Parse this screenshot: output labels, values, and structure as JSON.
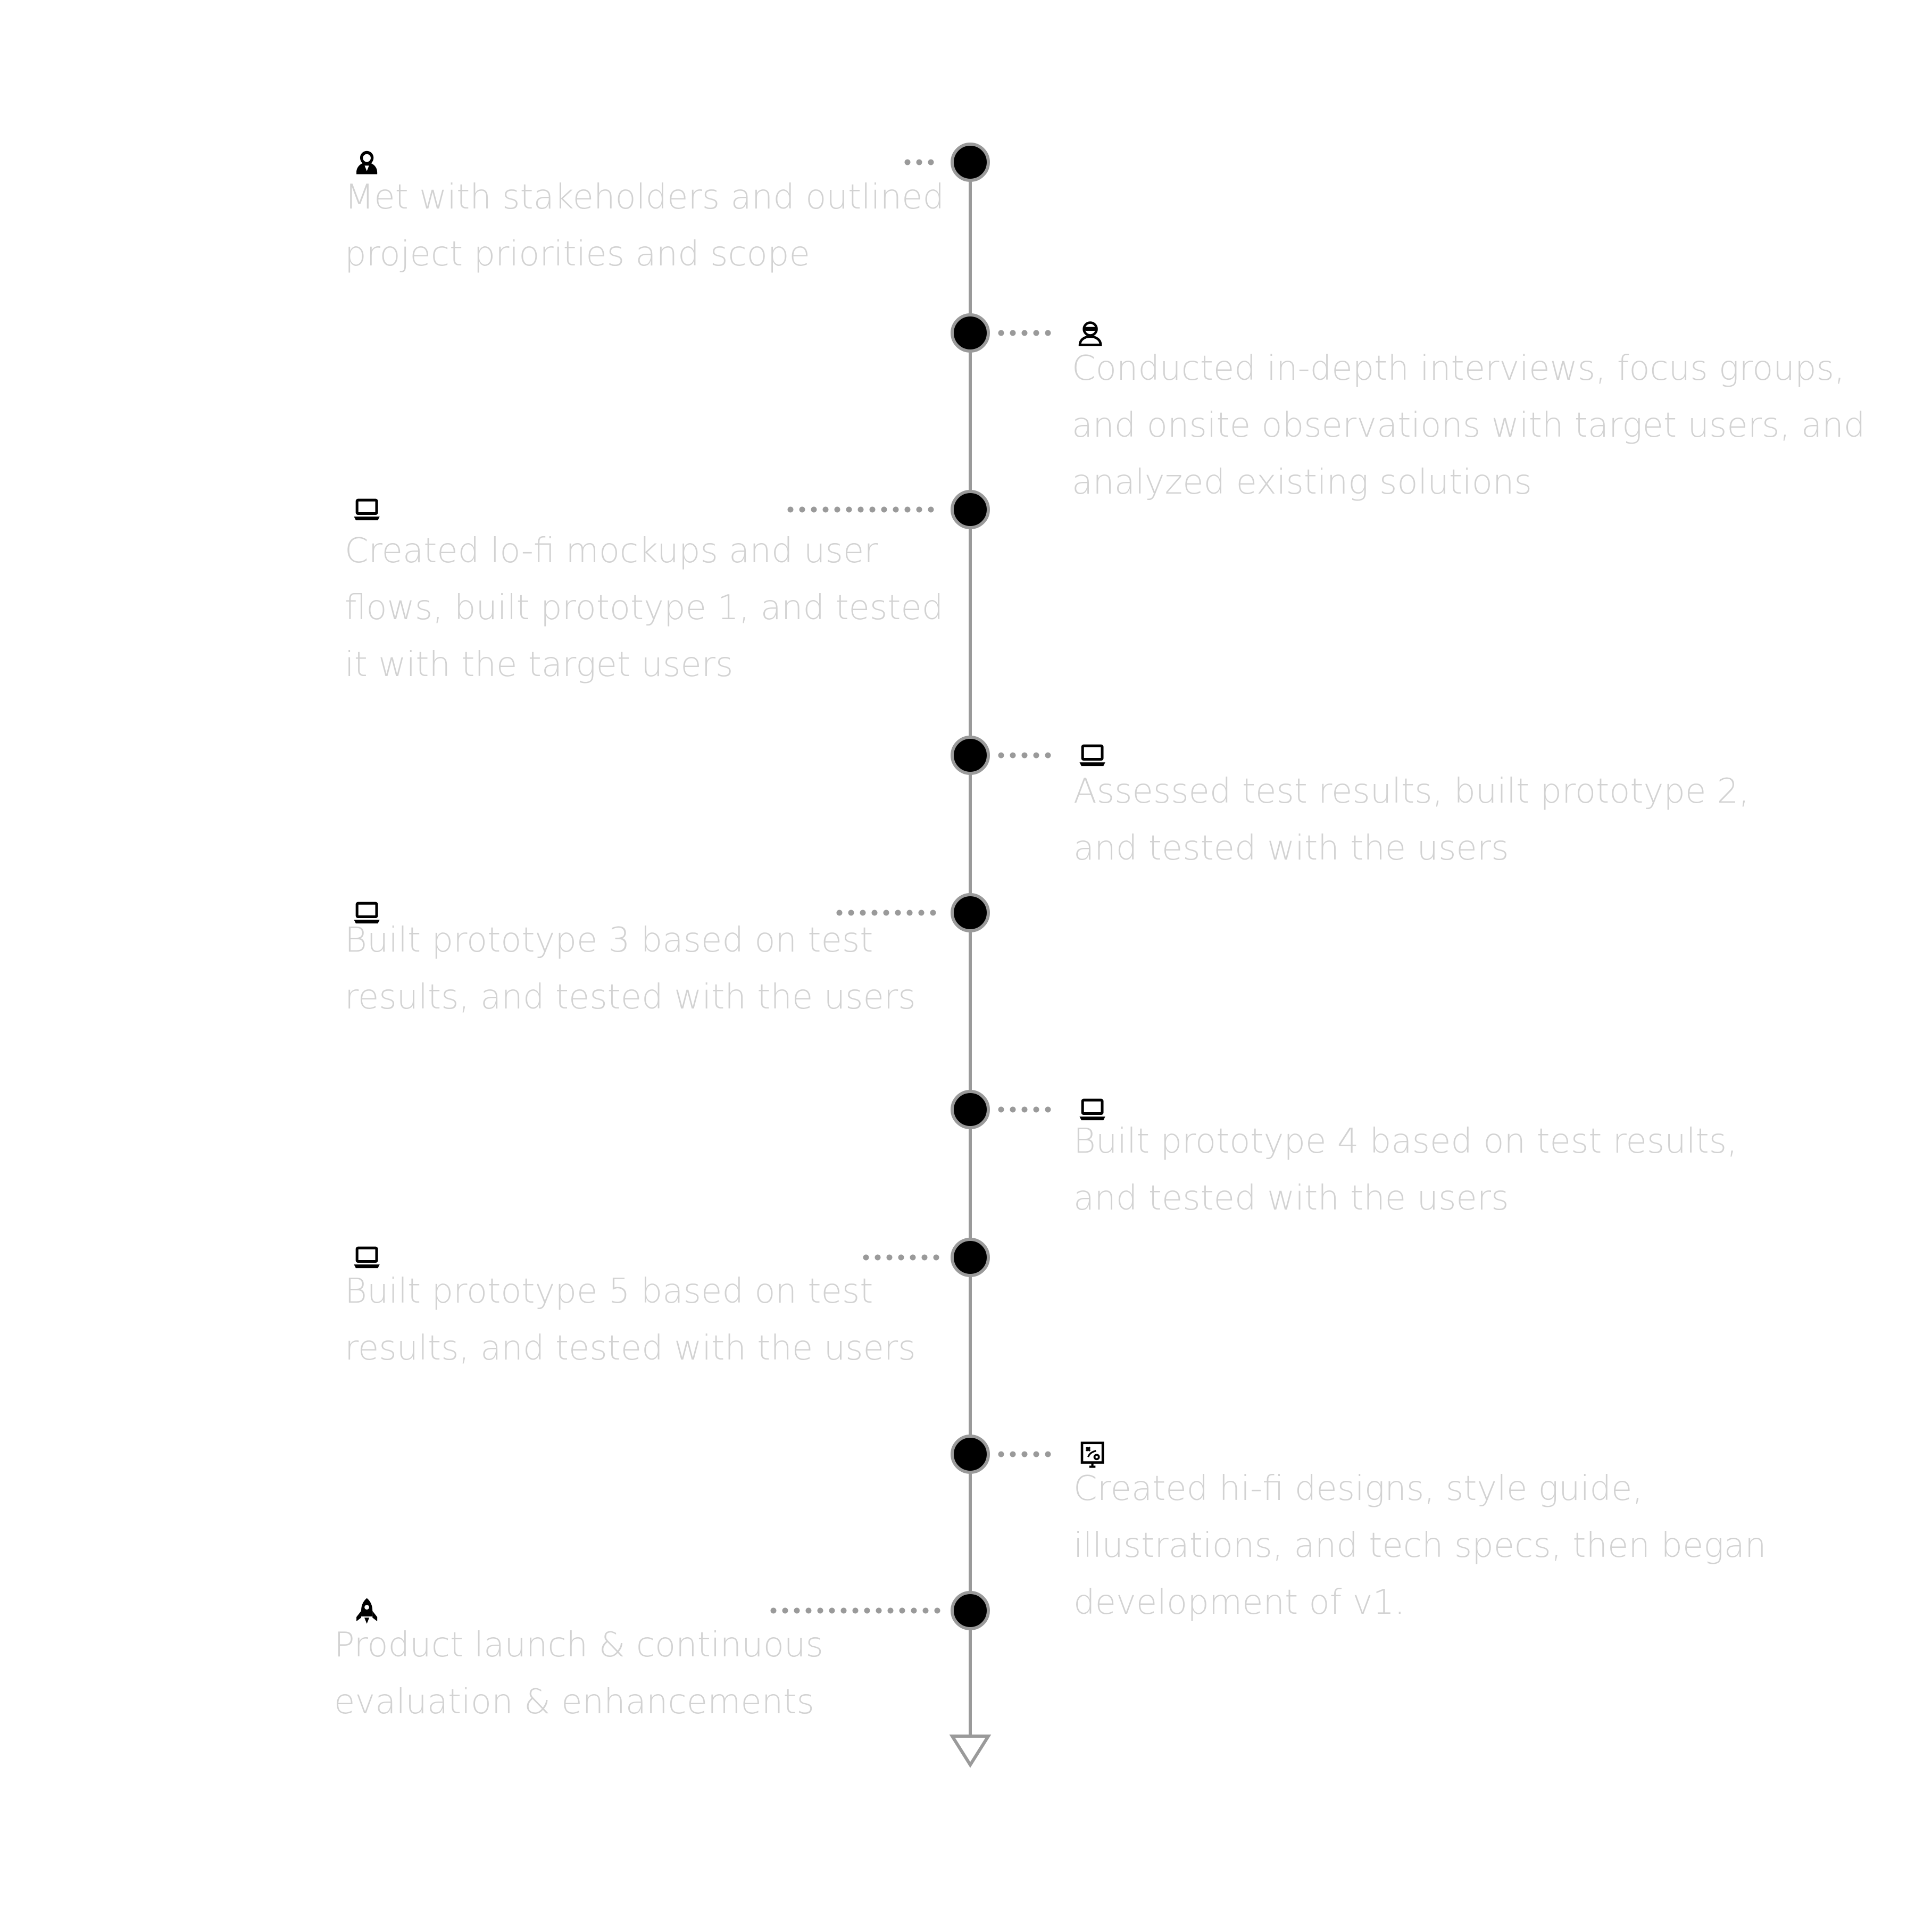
{
  "colors": {
    "background": "#ffffff",
    "line": "#9a9a9a",
    "node_fill": "#000000",
    "node_ring": "#9a9a9a",
    "text": "#d2d2d2",
    "icon": "#000000"
  },
  "steps": [
    {
      "side": "left",
      "icon": "person-icon",
      "text": [
        "Met with stakeholders and outlined",
        "project priorities and scope"
      ]
    },
    {
      "side": "right",
      "icon": "headset-user-icon",
      "text": [
        "Conducted in-depth interviews, focus groups,",
        "and onsite observations with target users, and",
        "analyzed existing solutions"
      ]
    },
    {
      "side": "left",
      "icon": "laptop-icon",
      "text": [
        "Created lo-fi mockups and user",
        "flows, built prototype 1, and tested",
        "it with the target users"
      ]
    },
    {
      "side": "right",
      "icon": "laptop-icon",
      "text": [
        "Assessed test results, built prototype 2,",
        "and tested with the users"
      ]
    },
    {
      "side": "left",
      "icon": "laptop-icon",
      "text": [
        "Built prototype 3 based on test",
        "results, and tested with the users"
      ]
    },
    {
      "side": "right",
      "icon": "laptop-icon",
      "text": [
        "Built prototype 4 based on test results,",
        "and tested with the users"
      ]
    },
    {
      "side": "left",
      "icon": "laptop-icon",
      "text": [
        "Built prototype 5 based on test",
        "results, and tested with the users"
      ]
    },
    {
      "side": "right",
      "icon": "strategy-board-icon",
      "text": [
        "Created hi-fi designs, style guide,",
        "illustrations, and tech specs, then began",
        "development of v1."
      ]
    },
    {
      "side": "left",
      "icon": "rocket-icon",
      "text": [
        "Product launch & continuous",
        "evaluation & enhancements"
      ]
    }
  ]
}
